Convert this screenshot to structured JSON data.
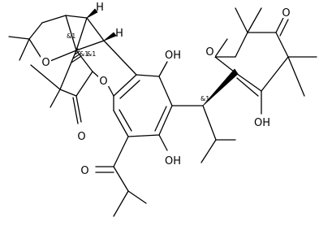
{
  "atoms": {
    "o_bridge_left": "O",
    "o_bridge_mid": "O",
    "o_ketone_left": "O",
    "oh_top": "OH",
    "oh_bottom": "OH",
    "o_acyl": "O",
    "o_ring_left": "O",
    "o_ring_right": "O",
    "oh_right": "OH",
    "h_top": "H",
    "h_mid": "H"
  },
  "stereo_labels": {
    "s1": "&1",
    "s2": "&1",
    "s3": "&1",
    "s4": "&1"
  },
  "colors": {
    "ink": "#000000",
    "background": "#ffffff"
  }
}
